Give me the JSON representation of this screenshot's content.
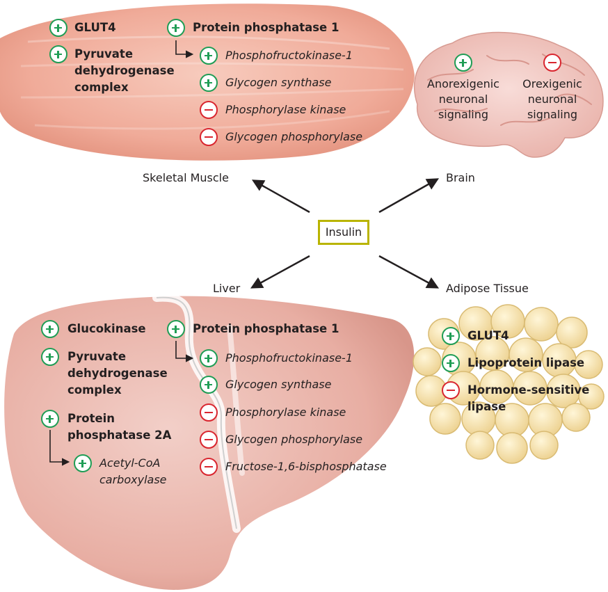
{
  "center": {
    "label": "Insulin"
  },
  "organs": {
    "muscle": {
      "title": "Skeletal Muscle"
    },
    "brain": {
      "title": "Brain"
    },
    "liver": {
      "title": "Liver"
    },
    "adipose": {
      "title": "Adipose Tissue"
    }
  },
  "muscle": {
    "glut4": "GLUT4",
    "pdh_line1": "Pyruvate",
    "pdh_line2": "dehydrogenase",
    "pdh_line3": "complex",
    "pp1": "Protein phosphatase 1",
    "pfk1": "Phosphofructokinase-1",
    "glycogen_synthase": "Glycogen synthase",
    "phosphorylase_kinase": "Phosphorylase kinase",
    "glycogen_phosphorylase": "Glycogen phosphorylase"
  },
  "brain": {
    "anorexigenic_line1": "Anorexigenic",
    "anorexigenic_line2": "neuronal",
    "anorexigenic_line3": "signaling",
    "orexigenic_line1": "Orexigenic",
    "orexigenic_line2": "neuronal",
    "orexigenic_line3": "signaling"
  },
  "liver": {
    "glucokinase": "Glucokinase",
    "pdh_line1": "Pyruvate",
    "pdh_line2": "dehydrogenase",
    "pdh_line3": "complex",
    "pp2a_line1": "Protein",
    "pp2a_line2": "phosphatase 2A",
    "acc_line1": "Acetyl-CoA",
    "acc_line2": "carboxylase",
    "pp1": "Protein phosphatase 1",
    "pfk1": "Phosphofructokinase-1",
    "glycogen_synthase": "Glycogen synthase",
    "phosphorylase_kinase": "Phosphorylase kinase",
    "glycogen_phosphorylase": "Glycogen phosphorylase",
    "fbpase": "Fructose-1,6-bisphosphatase"
  },
  "adipose": {
    "glut4": "GLUT4",
    "lpl": "Lipoprotein lipase",
    "hsl_line1": "Hormone-sensitive",
    "hsl_line2": "lipase"
  },
  "colors": {
    "activate": "#1f9d55",
    "inhibit": "#d9262f",
    "insulin_border": "#b9b400",
    "muscle_fill": "#f2b4a3",
    "liver_fill": "#ebb5ad",
    "adipose_fill": "#f5dfa6",
    "brain_fill": "#f1c6c0"
  }
}
